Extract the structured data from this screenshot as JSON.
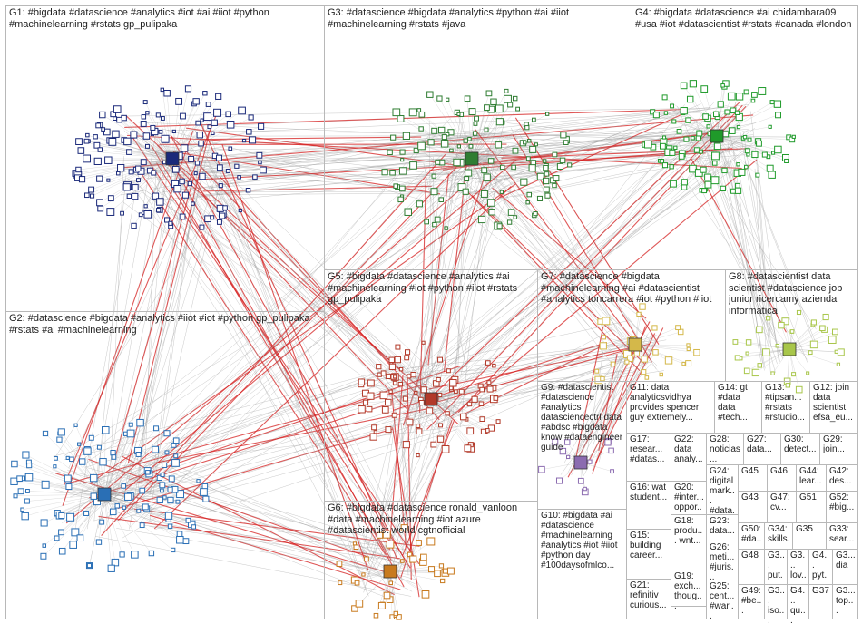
{
  "groups": {
    "g1": "G1: #bigdata #datascience #analytics #iot #ai #iiot #python #machinelearning #rstats gp_pulipaka",
    "g3": "G3: #datascience #bigdata #analytics #python #ai #iiot #machinelearning #rstats #java",
    "g4": "G4: #bigdata #datascience #ai chidambara09 #usa #iot #datascientist #rstats #canada #london",
    "g2": "G2: #datascience #bigdata #analytics #iiot #iot #python gp_pulipaka #rstats #ai #machinelearning",
    "g5": "G5: #bigdata #datascience #analytics #ai #machinelearning #iot #python #iiot #rstats gp_pulipaka",
    "g7": "G7: #datascience #bigdata #machinelearning #ai #datascientist #analytics toncarrera #iot #python #iiot",
    "g8": "G8: #datascientist data scientist #datascience job junior ricercamy azienda informatica",
    "g6": "G6: #bigdata #datascience ronald_vanloon #data #machinelearning #iot azure #datascientist world cgtnofficial",
    "g9": "G9: #datascientist #datascience #analytics datasciencectrl data #abdsc #bigdata know #dataengineer guide",
    "g10": "G10: #bigdata #ai #datascience #machinelearning #analytics #iot #iiot #python day #100daysofmlco...",
    "g11": "G11: data analyticsvidhya provides spencer guy extremely...",
    "g14": "G14: gt #data data #tech...",
    "g13": "G13: #tipsan... #rstats #rstudio...",
    "g12": "G12: join data scientist efsa_eu...",
    "g17": "G17: resear... #datas...",
    "g22": "G22: data analy...",
    "g28": "G28: noticias...",
    "g27": "G27: data...",
    "g30": "G30: detect...",
    "g29": "G29: join...",
    "g16": "G16: wat student...",
    "g20": "G20: #inter... oppor...",
    "g24": "G24: digital mark... #data...",
    "g45": "G45",
    "g46": "G46",
    "g44": "G44: lear...",
    "g42": "G42: des...",
    "g43": "G43",
    "g47": "G47: cv...",
    "g51": "G51",
    "g52": "G52: #big...",
    "g23": "G23: data...",
    "g15": "G15: building career...",
    "g18": "G18: produ... wnt...",
    "g26": "G26: meti... #juris...",
    "g50": "G50: #da...",
    "g34": "G34: skills...",
    "g35": "G35",
    "g33": "G33: sear...",
    "g48": "G48",
    "g3x_a": "G3... put...",
    "g3x_b": "G3... lov...",
    "g3x_c": "G4... pyt...",
    "g3x_d": "G3... dia",
    "g19": "G19: exch... thoug...",
    "g21": "G21: refinitiv curious...",
    "g25": "G25: cent... #war...",
    "g49": "G49: #be...",
    "g3x_e": "G3... iso...",
    "g4x": "G4... qu...",
    "g37": "G37",
    "g3x_f": "G3... top..."
  },
  "colors": {
    "g1": "#1b2a7a",
    "g2": "#2a6fb5",
    "g3": "#2f7d32",
    "g4": "#1f9a2a",
    "g5": "#b23a2a",
    "g6": "#c87a1e",
    "g7": "#d4b84a",
    "g8": "#a8c64a",
    "g9": "#8b6bb0",
    "edge_gray": "#9a9a9a",
    "edge_red": "#d42020"
  }
}
